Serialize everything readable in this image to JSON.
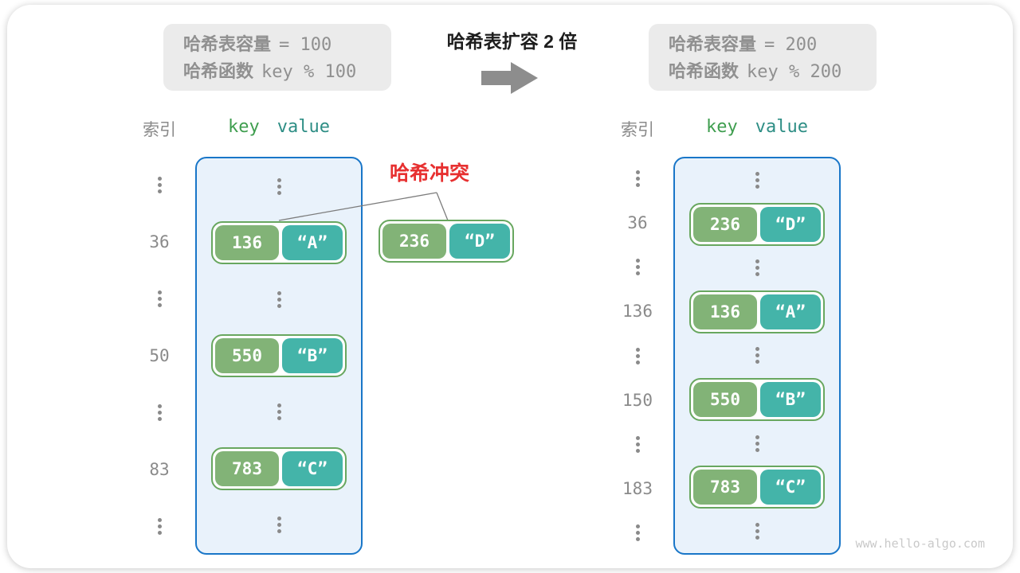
{
  "expand": {
    "label": "哈希表扩容 2 倍"
  },
  "info_boxes": {
    "left": {
      "line1_label": "哈希表容量",
      "line1_value": "= 100",
      "line2_label": "哈希函数",
      "line2_value": "key % 100"
    },
    "right": {
      "line1_label": "哈希表容量",
      "line1_value": "= 200",
      "line2_label": "哈希函数",
      "line2_value": "key % 200"
    }
  },
  "tables": {
    "left": {
      "index_header": "索引",
      "key_header": "key",
      "value_header": "value",
      "rows": [
        {
          "type": "dots"
        },
        {
          "type": "pair",
          "index": "36",
          "key": "136",
          "value": "“A”"
        },
        {
          "type": "dots"
        },
        {
          "type": "pair",
          "index": "50",
          "key": "550",
          "value": "“B”"
        },
        {
          "type": "dots"
        },
        {
          "type": "pair",
          "index": "83",
          "key": "783",
          "value": "“C”"
        },
        {
          "type": "dots"
        }
      ]
    },
    "right": {
      "index_header": "索引",
      "key_header": "key",
      "value_header": "value",
      "rows": [
        {
          "type": "dots"
        },
        {
          "type": "pair",
          "index": "36",
          "key": "236",
          "value": "“D”"
        },
        {
          "type": "dots"
        },
        {
          "type": "pair",
          "index": "136",
          "key": "136",
          "value": "“A”"
        },
        {
          "type": "dots"
        },
        {
          "type": "pair",
          "index": "150",
          "key": "550",
          "value": "“B”"
        },
        {
          "type": "dots"
        },
        {
          "type": "pair",
          "index": "183",
          "key": "783",
          "value": "“C”"
        },
        {
          "type": "dots"
        }
      ]
    }
  },
  "collision": {
    "label": "哈希冲突",
    "pair": {
      "key": "236",
      "value": "“D”"
    }
  },
  "watermark": "www.hello-algo.com",
  "colors": {
    "key_box": "#82b377",
    "value_box": "#44b4a9",
    "pair_border": "#68a75f",
    "bucket_fill": "#e9f2fb",
    "bucket_border": "#1976c8",
    "key_header_text": "#3f9e4f",
    "value_header_text": "#2e8e85",
    "collision_red": "#e73030",
    "info_box_bg": "#ebebeb",
    "muted_gray_text": "#909090",
    "arrow_gray": "#8d8d8d"
  }
}
